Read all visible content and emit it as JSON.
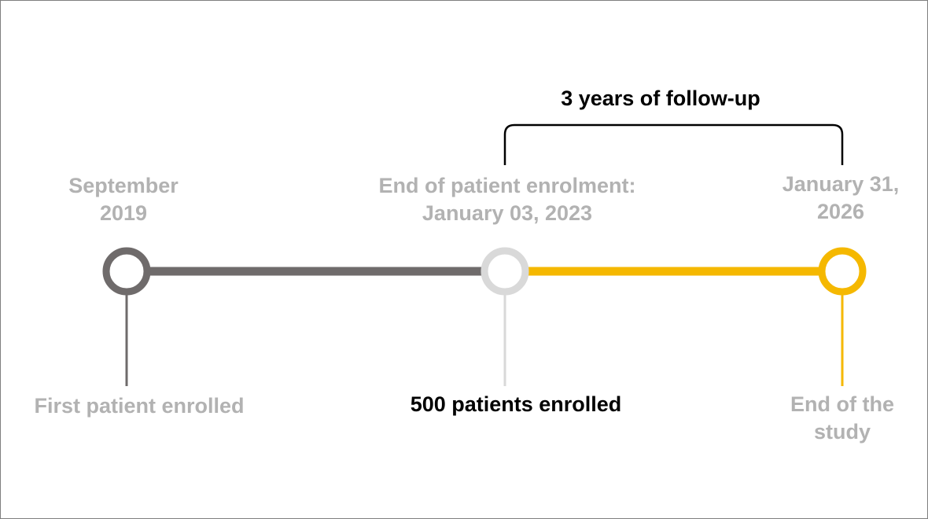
{
  "followup": {
    "label": "3 years of follow-up"
  },
  "milestones": [
    {
      "date_line1": "September",
      "date_line2": "2019",
      "caption": "First patient enrolled",
      "color": "#6f6b6b"
    },
    {
      "date_line1": "End of patient enrolment:",
      "date_line2": "January 03, 2023",
      "caption": "500 patients enrolled",
      "color": "#d9d9d9"
    },
    {
      "date_line1": "January 31,",
      "date_line2": "2026",
      "caption_line1": "End of the",
      "caption_line2": "study",
      "color": "#f5b800"
    }
  ],
  "colors": {
    "segment_enrolment": "#6f6b6b",
    "segment_followup": "#f5b800",
    "label_gray": "#b2b2b2",
    "bracket": "#000000"
  }
}
